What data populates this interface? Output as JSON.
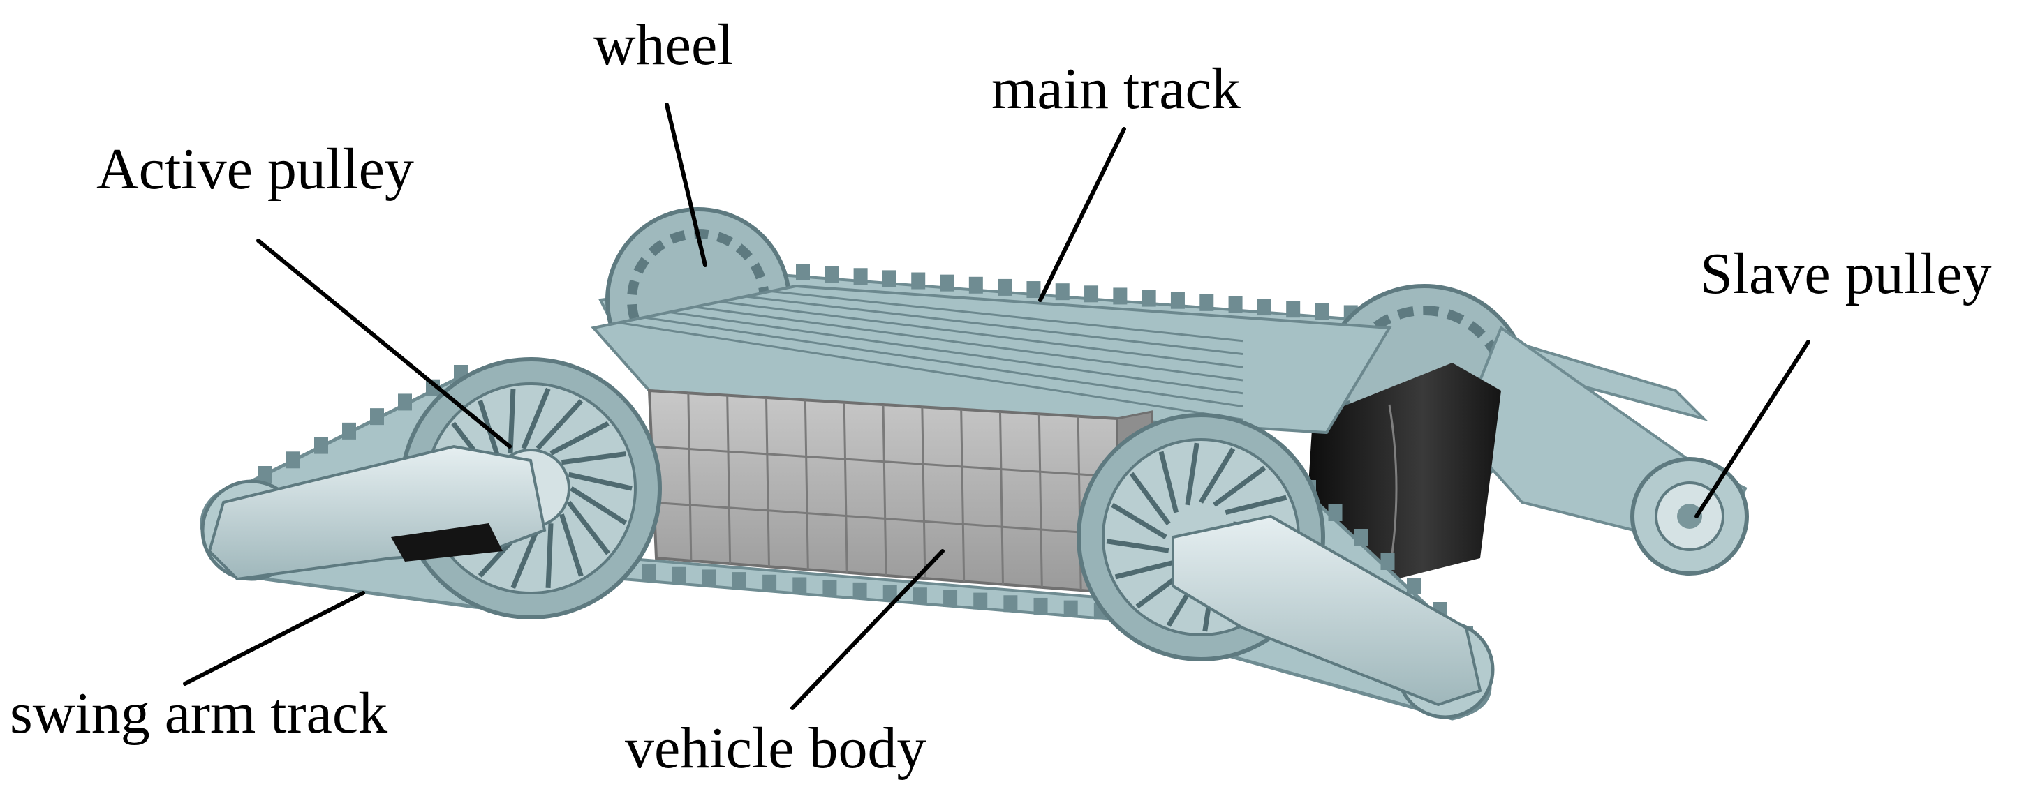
{
  "labels": {
    "wheel": "wheel",
    "main_track": "main track",
    "active_pulley": "Active pulley",
    "slave_pulley": "Slave pulley",
    "swing_arm_track": "swing arm track",
    "vehicle_body": "vehicle body"
  },
  "colors": {
    "track": "#a9c3c7",
    "track_dark": "#6f8c92",
    "body": "#b9b9b9",
    "body_dark": "#8e8e8e",
    "top_plate": "#a6c1c5",
    "drum": "#1c1c1c",
    "arm": "#c9dadd",
    "line": "#000000"
  }
}
